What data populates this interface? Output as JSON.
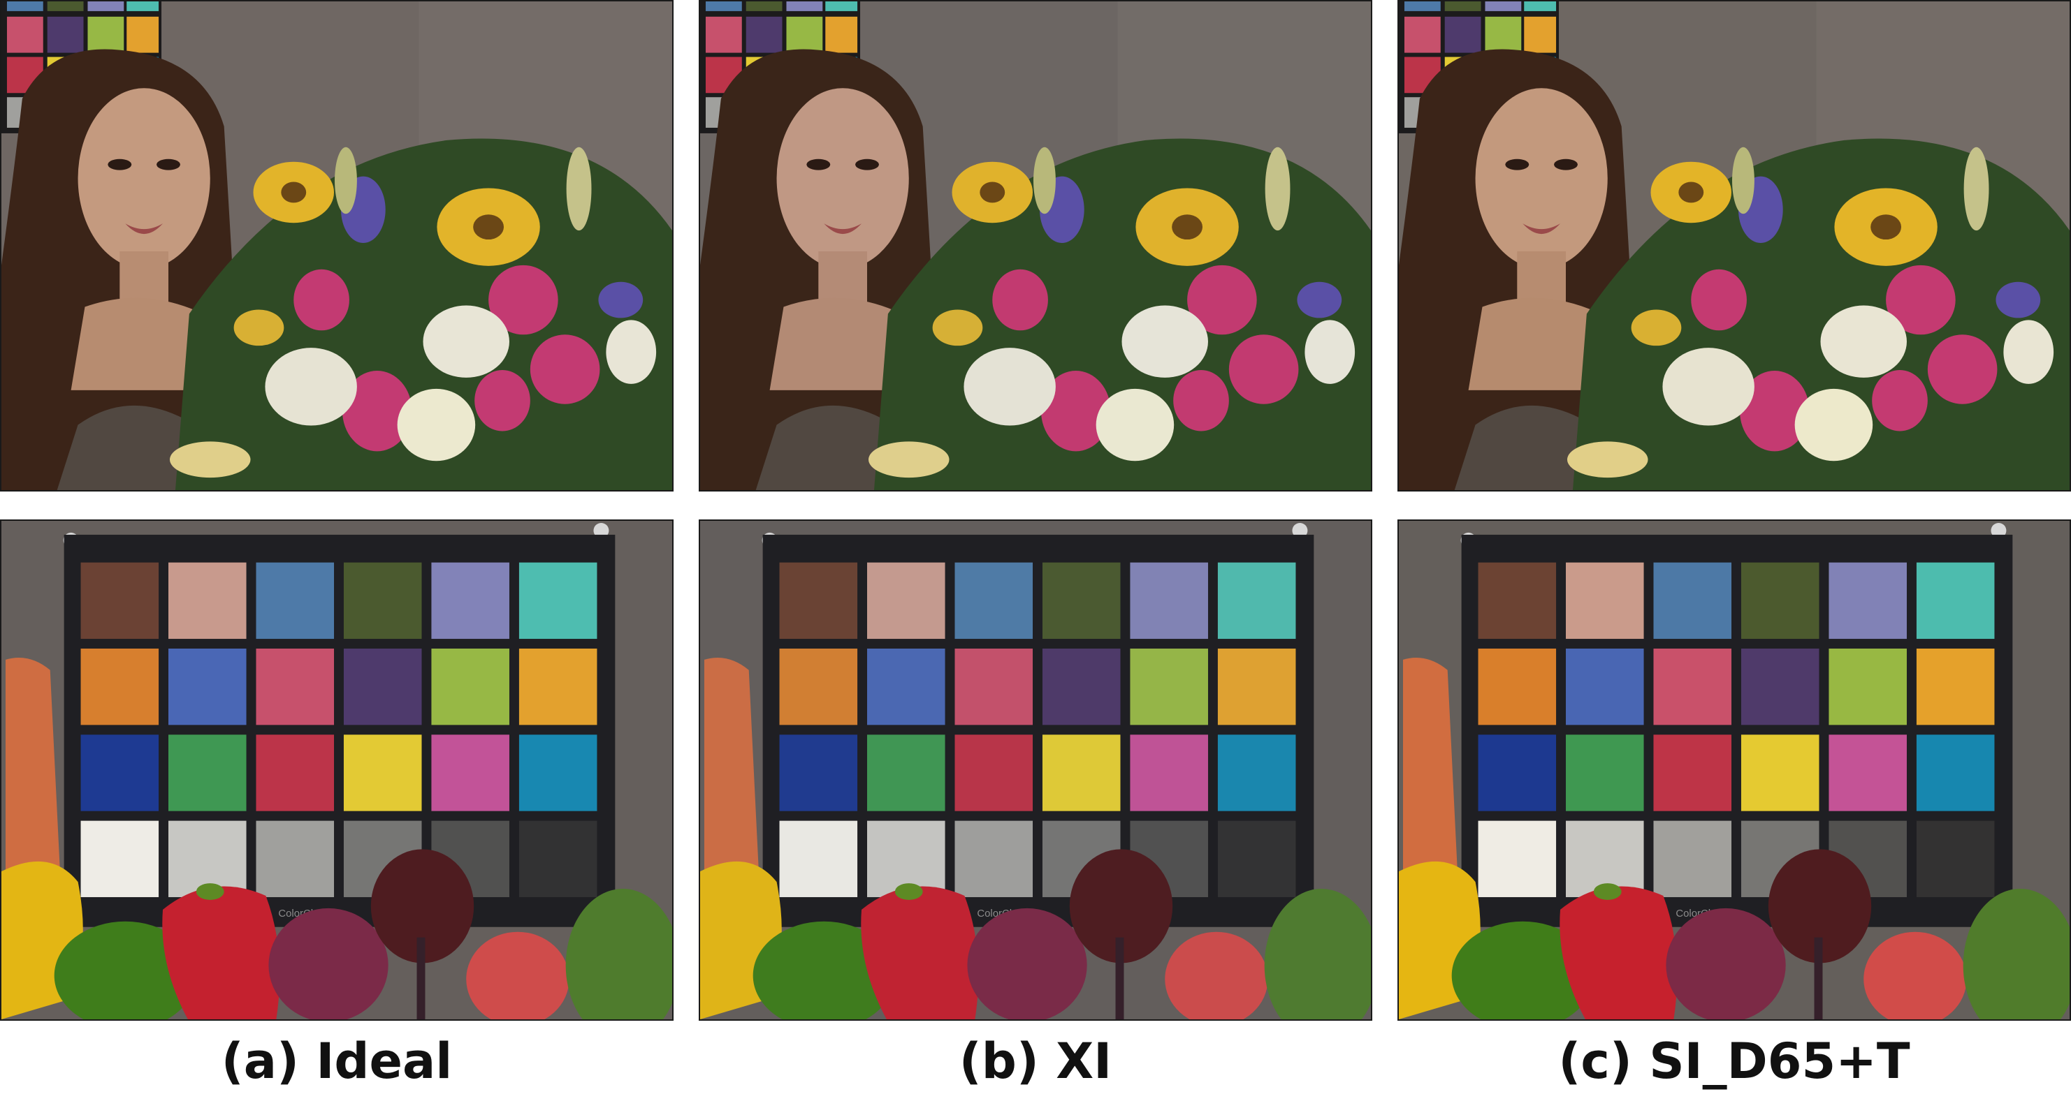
{
  "captions": [
    "(a) Ideal",
    "(b) XI",
    "(c) SI_D65+T"
  ],
  "chart_label": "ColorChecker",
  "icons": [
    "portrait-flowers-photo",
    "colorchecker-vegetables-photo"
  ],
  "variant_tints": [
    "#6f6763",
    "#6c6663",
    "#6e6762"
  ],
  "checker_colors": [
    [
      "#6b4234",
      "#c89a8d",
      "#4e7aa8",
      "#4b5a2f",
      "#8283b8",
      "#4ebdb0"
    ],
    [
      "#d77f2e",
      "#4a67b5",
      "#c7516c",
      "#4e3a6c",
      "#97b845",
      "#e3a12e"
    ],
    [
      "#1e3a92",
      "#3f9853",
      "#bc3449",
      "#e3ca34",
      "#c25398",
      "#1888b1"
    ],
    [
      "#eeece6",
      "#c7c7c3",
      "#a0a09d",
      "#767674",
      "#515150",
      "#323233"
    ]
  ]
}
